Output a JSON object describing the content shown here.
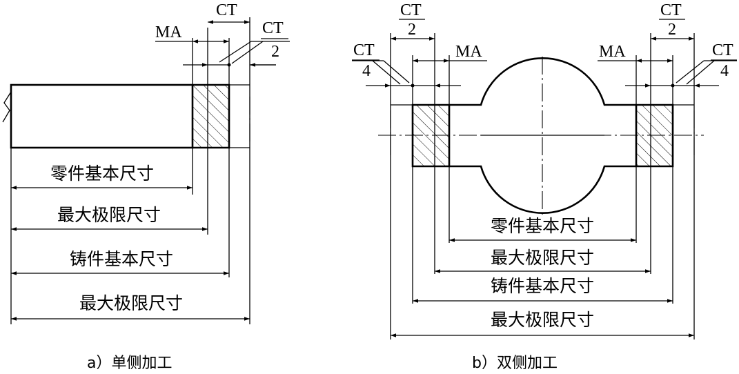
{
  "left": {
    "caption": "a）单侧加工",
    "ct": "CT",
    "ma": "MA",
    "half_num": "CT",
    "half_den": "2",
    "dims": [
      "零件基本尺寸",
      "最大极限尺寸",
      "铸件基本尺寸",
      "最大极限尺寸"
    ]
  },
  "right": {
    "caption": "b）双侧加工",
    "half_num": "CT",
    "half_den": "2",
    "quarter_num": "CT",
    "quarter_den": "4",
    "ma": "MA",
    "dims": [
      "零件基本尺寸",
      "最大极限尺寸",
      "铸件基本尺寸",
      "最大极限尺寸"
    ]
  }
}
